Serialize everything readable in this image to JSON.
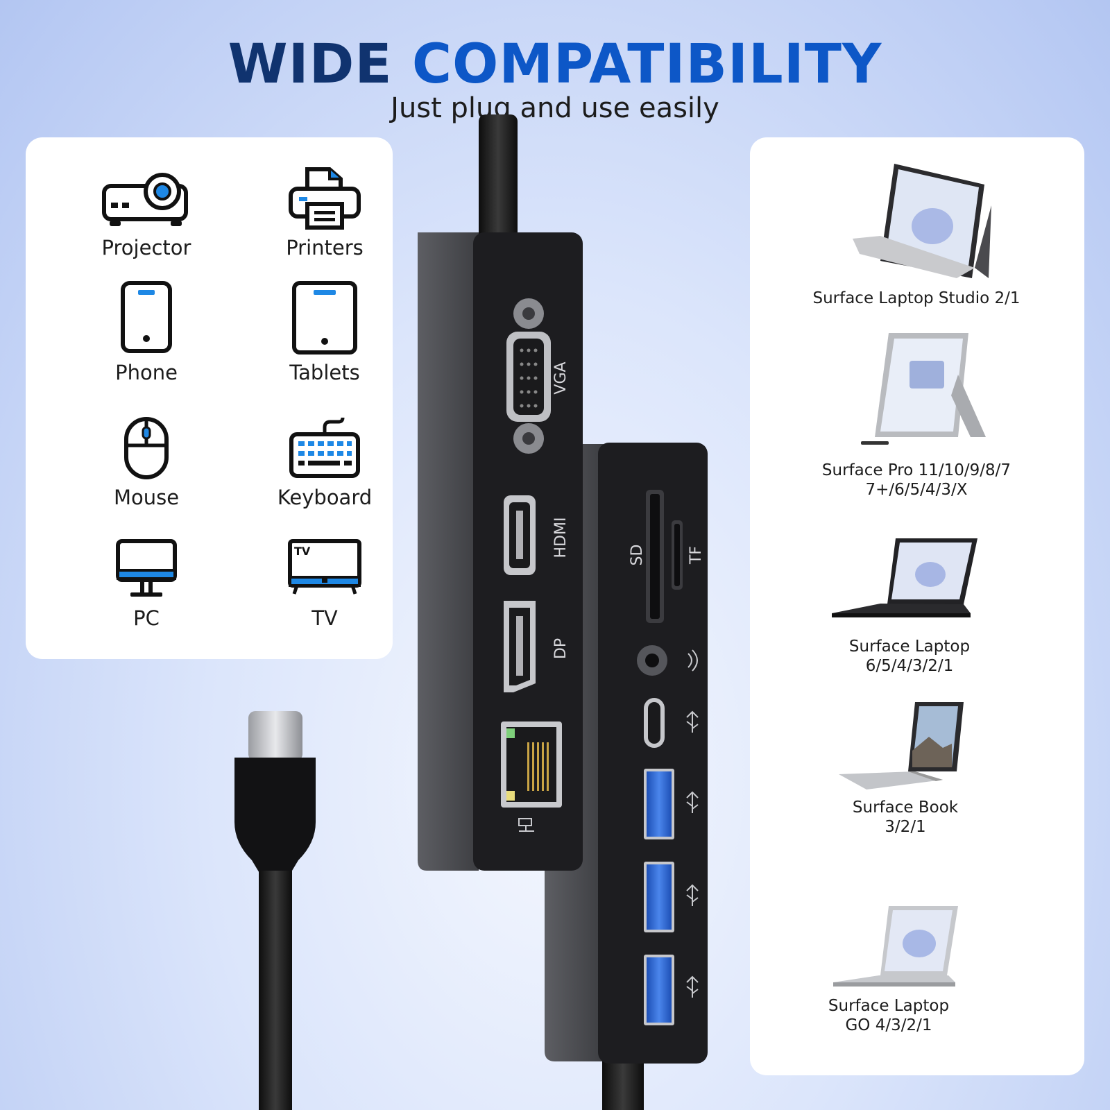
{
  "header": {
    "title_part1": "WIDE ",
    "title_part2": "COMPATIBILITY",
    "subtitle": "Just plug and use easily"
  },
  "devices": [
    {
      "label": "Projector",
      "icon": "projector-icon"
    },
    {
      "label": "Printers",
      "icon": "printer-icon"
    },
    {
      "label": "Phone",
      "icon": "phone-icon"
    },
    {
      "label": "Tablets",
      "icon": "tablet-icon"
    },
    {
      "label": "Mouse",
      "icon": "mouse-icon"
    },
    {
      "label": "Keyboard",
      "icon": "keyboard-icon"
    },
    {
      "label": "PC",
      "icon": "monitor-icon"
    },
    {
      "label": "TV",
      "icon": "tv-icon"
    }
  ],
  "tv_icon_text": "TV",
  "laptops": [
    {
      "line1": "Surface Laptop Studio 2/1",
      "line2": ""
    },
    {
      "line1": "Surface Pro 11/10/9/8/7",
      "line2": "7+/6/5/4/3/X"
    },
    {
      "line1": "Surface Laptop",
      "line2": "6/5/4/3/2/1"
    },
    {
      "line1": "Surface Book",
      "line2": "3/2/1"
    },
    {
      "line1": "Surface Laptop",
      "line2": "GO 4/3/2/1"
    }
  ],
  "ports": {
    "vga": "VGA",
    "hdmi": "HDMI",
    "dp": "DP",
    "sd": "SD",
    "tf": "TF"
  },
  "colors": {
    "title_dark": "#10336f",
    "title_blue": "#0d57c7",
    "icon_accent": "#1e88e5",
    "hub_body": "#1f1f22",
    "usb_blue": "#2f63c9"
  }
}
